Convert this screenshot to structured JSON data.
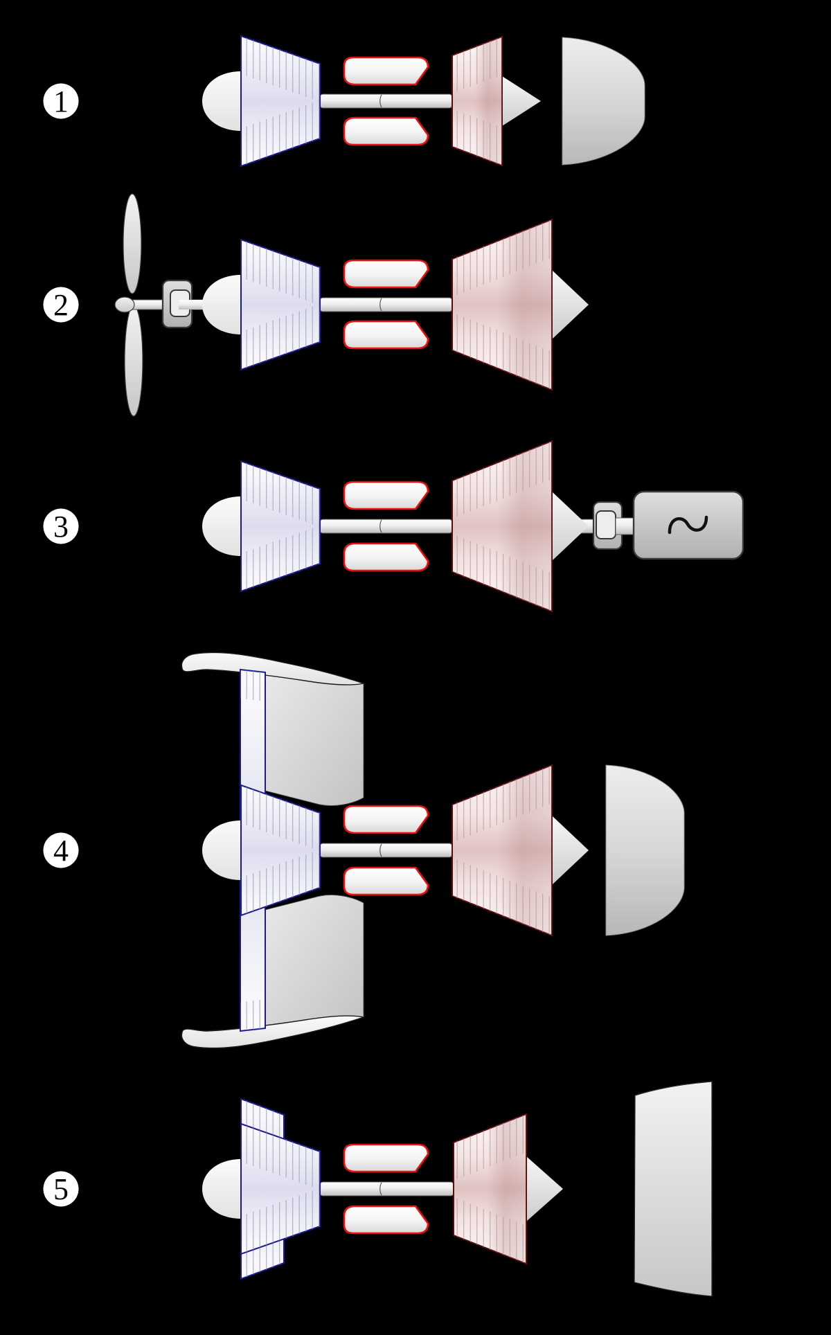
{
  "figure": {
    "background": "#000000",
    "badge_fill": "#ffffff",
    "badge_text_color": "#000000"
  },
  "rows": [
    {
      "number": "1"
    },
    {
      "number": "2"
    },
    {
      "number": "3"
    },
    {
      "number": "4"
    },
    {
      "number": "5"
    }
  ],
  "icons": {
    "generator_symbol": "sine-wave-icon"
  },
  "colors": {
    "compressor_outline": "#1b1b8e",
    "compressor_fill_mid": "#dcdcee",
    "turbine_outline": "#5a0d0d",
    "turbine_fill_mid": "#e2c6c6",
    "combustor_outline": "#ee1111",
    "metal_light": "#f2f2f2",
    "metal_dark": "#bdbdbd",
    "hatch_compressor": "#9a9ab6",
    "hatch_turbine": "#b69a9a"
  }
}
